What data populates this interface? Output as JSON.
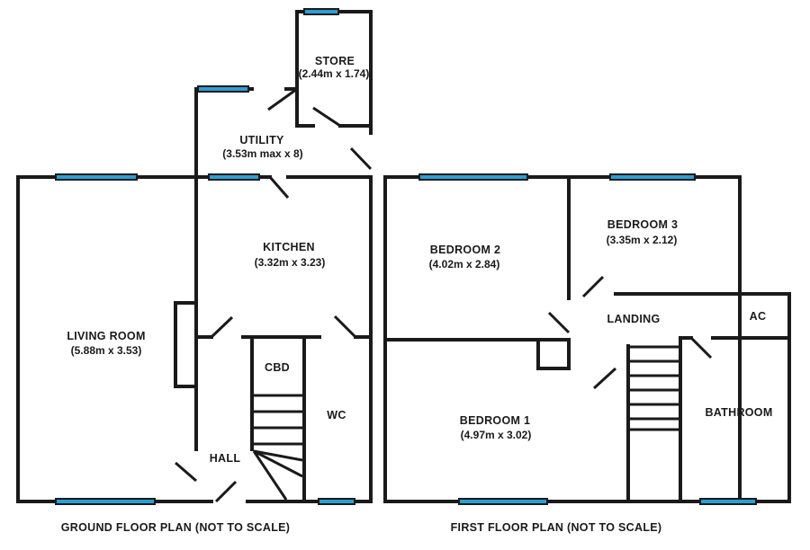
{
  "colors": {
    "wall": "#1a1a1a",
    "window": "#2a9fd6",
    "background": "#ffffff"
  },
  "ground_floor": {
    "caption": "GROUND FLOOR PLAN (NOT TO SCALE)",
    "rooms": {
      "store": {
        "name": "STORE",
        "size": "(2.44m x 1.74)"
      },
      "utility": {
        "name": "UTILITY",
        "size": "(3.53m max x 8)"
      },
      "kitchen": {
        "name": "KITCHEN",
        "size": "(3.32m x 3.23)"
      },
      "living_room": {
        "name": "LIVING ROOM",
        "size": "(5.88m x 3.53)"
      },
      "cbd": {
        "name": "CBD"
      },
      "wc": {
        "name": "WC"
      },
      "hall": {
        "name": "HALL"
      }
    }
  },
  "first_floor": {
    "caption": "FIRST FLOOR PLAN (NOT TO SCALE)",
    "rooms": {
      "bedroom_2": {
        "name": "BEDROOM 2",
        "size": "(4.02m x 2.84)"
      },
      "bedroom_3": {
        "name": "BEDROOM 3",
        "size": "(3.35m x 2.12)"
      },
      "landing": {
        "name": "LANDING"
      },
      "ac": {
        "name": "AC"
      },
      "bedroom_1": {
        "name": "BEDROOM 1",
        "size": "(4.97m x 3.02)"
      },
      "bathroom": {
        "name": "BATHROOM"
      }
    }
  }
}
